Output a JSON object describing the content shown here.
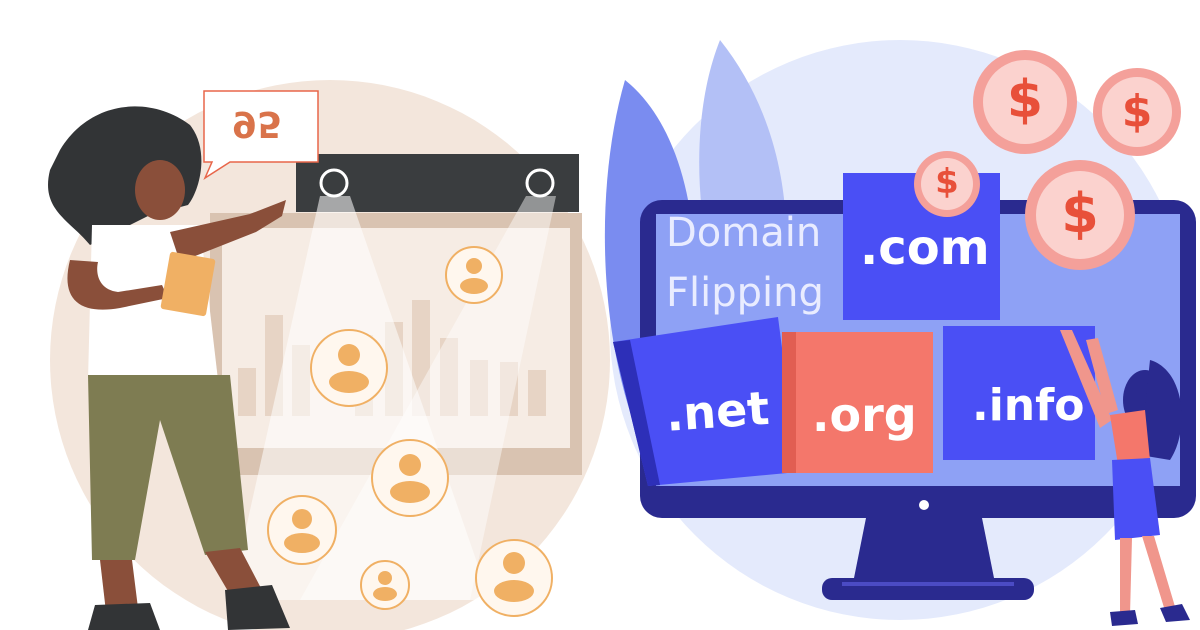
{
  "title": {
    "line1": "Domain",
    "line2": "Flipping"
  },
  "domains": [
    {
      "label": ".com",
      "color": "#4a4ff5"
    },
    {
      "label": ".net",
      "color": "#4a4ff5"
    },
    {
      "label": ".org",
      "color": "#f4776b"
    },
    {
      "label": ".info",
      "color": "#4a4ff5"
    }
  ],
  "score_bubble": {
    "value": "95"
  },
  "coins": {
    "symbol": "$"
  },
  "colors": {
    "accent_blue": "#4a4ff5",
    "coral": "#f4776b",
    "monitor_navy": "#2a2a8f",
    "beige": "#f3e6dc",
    "user_orange": "#f0b064"
  },
  "icons": [
    "coin-dollar-icon",
    "user-avatar-icon",
    "bar-chart-icon",
    "monitor-icon"
  ]
}
